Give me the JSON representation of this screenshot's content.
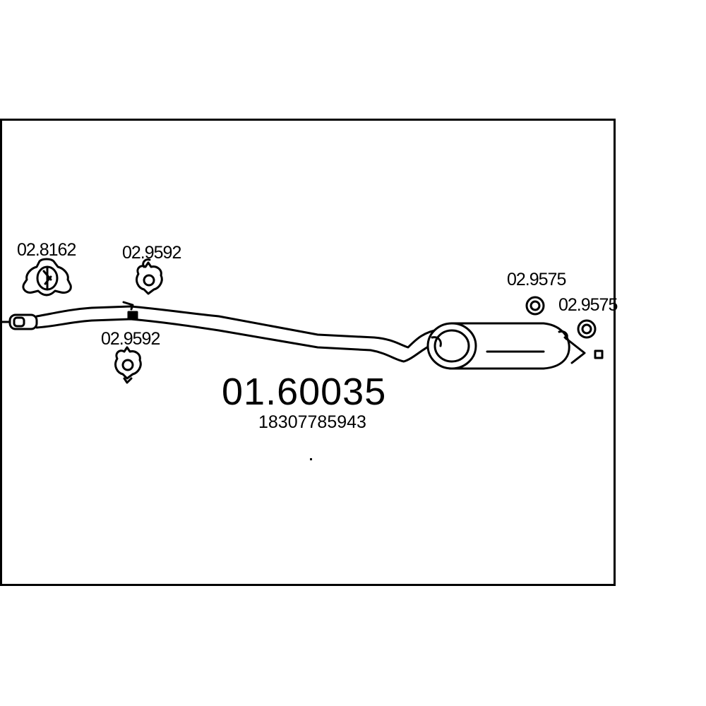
{
  "diagram": {
    "part_number": "01.60035",
    "oe_number": "18307785943",
    "components": [
      {
        "id": "clamp",
        "code": "02.8162"
      },
      {
        "id": "hanger-upper",
        "code": "02.9592"
      },
      {
        "id": "hanger-lower",
        "code": "02.9592"
      },
      {
        "id": "ring-1",
        "code": "02.9575"
      },
      {
        "id": "ring-2",
        "code": "02.9575"
      }
    ]
  },
  "colors": {
    "line": "#000000",
    "background": "#ffffff"
  }
}
